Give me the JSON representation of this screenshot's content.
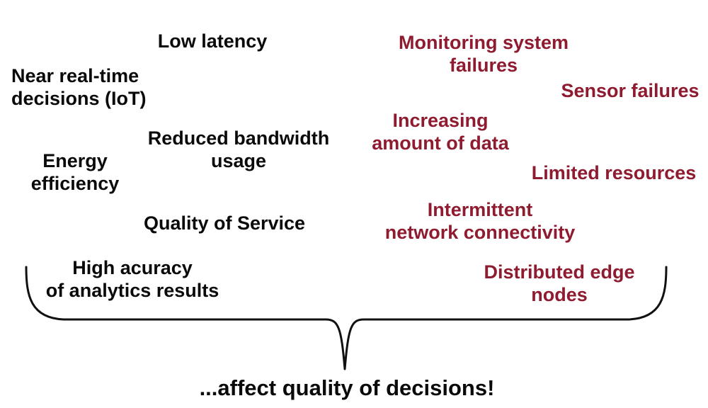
{
  "colors": {
    "background": "#ffffff",
    "benefit_text": "#0a0a0a",
    "challenge_text": "#8e1b30",
    "brace": "#111111"
  },
  "benefits": [
    {
      "label": "Low latency"
    },
    {
      "label": "Near real-time\ndecisions (IoT)"
    },
    {
      "label": "Reduced bandwidth\nusage"
    },
    {
      "label": "Energy\nefficiency"
    },
    {
      "label": "Quality of Service"
    },
    {
      "label": "High acuracy\nof analytics results"
    }
  ],
  "challenges": [
    {
      "label": "Monitoring system\nfailures"
    },
    {
      "label": "Sensor failures"
    },
    {
      "label": "Increasing\namount of data"
    },
    {
      "label": "Limited resources"
    },
    {
      "label": "Intermittent\nnetwork connectivity"
    },
    {
      "label": "Distributed edge\nnodes"
    }
  ],
  "conclusion": {
    "label": "...affect quality of decisions!"
  }
}
